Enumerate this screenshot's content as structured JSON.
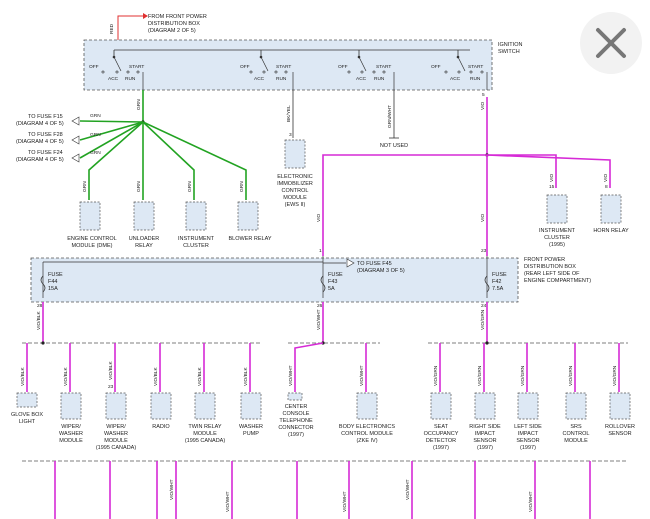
{
  "header": {
    "source": [
      "FROM FRONT POWER",
      "DISTRIBUTION BOX",
      "(DIAGRAM 2 OF 5)"
    ],
    "source_wire": "RED"
  },
  "ignition": {
    "title": [
      "IGNITION",
      "SWITCH"
    ],
    "pos_off": "OFF",
    "pos_start": "START",
    "pos_acc": "ACC",
    "pos_run": "RUN"
  },
  "fuse_refs": [
    {
      "line1": "TO FUSE F15",
      "line2": "(DIAGRAM 4 OF 5)",
      "wire": "GRN"
    },
    {
      "line1": "TO FUSE F28",
      "line2": "(DIAGRAM 4 OF 5)",
      "wire": "GRN"
    },
    {
      "line1": "TO FUSE F24",
      "line2": "(DIAGRAM 4 OF 5)",
      "wire": "GRN"
    }
  ],
  "wires": {
    "grn": "GRN",
    "bkyel": "BK/YEL",
    "grnwht": "GRN/WHT",
    "vio": "VIO",
    "viowht": "VIO/WHT",
    "vioblk": "VIO/BLK",
    "viogrn": "VIO/GRN"
  },
  "pins": {
    "p5": "5",
    "p3": "3",
    "p1": "1",
    "p23": "23",
    "p15": "15",
    "p8": "8",
    "p28": "28",
    "p26": "26",
    "p24": "24"
  },
  "top_components": [
    {
      "name": [
        "ENGINE CONTROL",
        "MODULE (DME)"
      ]
    },
    {
      "name": [
        "UNLOADER",
        "RELAY"
      ]
    },
    {
      "name": [
        "INSTRUMENT",
        "CLUSTER"
      ]
    },
    {
      "name": [
        "BLOWER RELAY"
      ]
    }
  ],
  "ews": [
    "ELECTRONIC",
    "IMMOBILIZER",
    "CONTROL",
    "MODULE",
    "(EWS II)"
  ],
  "not_used": "NOT USED",
  "right_components": [
    {
      "name": [
        "INSTRUMENT",
        "CLUSTER",
        "(1995)"
      ]
    },
    {
      "name": [
        "HORN RELAY"
      ]
    }
  ],
  "fuse_box": {
    "title": [
      "FRONT POWER",
      "DISTRIBUTION BOX",
      "(REAR LEFT SIDE OF",
      "ENGINE COMPARTMENT)"
    ],
    "ref": [
      "TO FUSE F45",
      "(DIAGRAM 3 OF 5)"
    ],
    "fuses": [
      {
        "label": "FUSE",
        "num": "F44",
        "amp": "15A"
      },
      {
        "label": "FUSE",
        "num": "F43",
        "amp": "5A"
      },
      {
        "label": "FUSE",
        "num": "F42",
        "amp": "7.5A"
      }
    ]
  },
  "bottom_components": [
    {
      "name": [
        "GLOVE BOX",
        "LIGHT"
      ],
      "wire": "VIO/BLK"
    },
    {
      "name": [
        "WIPER/",
        "WASHER",
        "MODULE"
      ],
      "wire": "VIO/BLK"
    },
    {
      "name": [
        "WIPER/",
        "WASHER",
        "MODULE",
        "(1995 CANADA)"
      ],
      "wire": "VIO/BLK",
      "pin": "23"
    },
    {
      "name": [
        "RADIO"
      ],
      "wire": "VIO/BLK"
    },
    {
      "name": [
        "TWIN RELAY",
        "MODULE",
        "(1995 CANADA)"
      ],
      "wire": "VIO/BLK"
    },
    {
      "name": [
        "WASHER",
        "PUMP"
      ],
      "wire": "VIO/BLK"
    },
    {
      "name": [
        "CENTER",
        "CONSOLE",
        "TELEPHONE",
        "CONNECTOR",
        "(1997)"
      ],
      "wire": "VIO/WHT"
    },
    {
      "name": [
        "BODY ELECTRONICS",
        "CONTROL MODULE",
        "(ZKE IV)"
      ],
      "wire": "VIO/WHT"
    },
    {
      "name": [
        "SEAT",
        "OCCUPANCY",
        "DETECTOR",
        "(1997)"
      ],
      "wire": "VIO/GRN"
    },
    {
      "name": [
        "RIGHT SIDE",
        "IMPACT",
        "SENSOR",
        "(1997)"
      ],
      "wire": "VIO/GRN"
    },
    {
      "name": [
        "LEFT SIDE",
        "IMPACT",
        "SENSOR",
        "(1997)"
      ],
      "wire": "VIO/GRN"
    },
    {
      "name": [
        "SRS",
        "CONTROL",
        "MODULE"
      ],
      "wire": "VIO/GRN"
    },
    {
      "name": [
        "ROLLOVER",
        "SENSOR"
      ],
      "wire": "VIO/GRN"
    }
  ],
  "bottom_wires": [
    "VIO/WHT",
    "VIO/WHT",
    "VIO/WHT",
    "VIO/WHT",
    "VIO/WHT"
  ],
  "colors": {
    "red": "#e03030",
    "green": "#22a322",
    "magenta": "#d62ad6",
    "box_fill": "#dde8f4",
    "line": "#333333"
  },
  "icons": {
    "close": "close-icon"
  }
}
